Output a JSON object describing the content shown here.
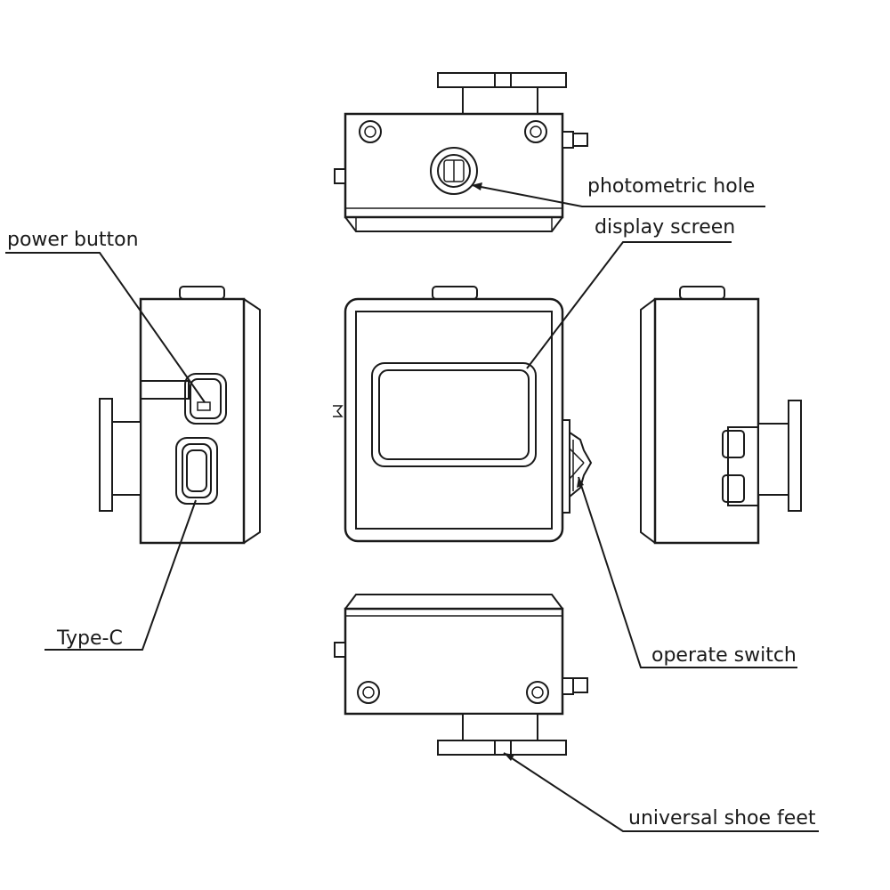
{
  "labels": {
    "photometric_hole": "photometric hole",
    "display_screen": "display screen",
    "power_button": "power button",
    "type_c": "Type-C",
    "operate_switch": "operate switch",
    "universal_shoe_feet": "universal shoe feet"
  },
  "colors": {
    "line": "#1a1a1a",
    "background": "#ffffff"
  }
}
